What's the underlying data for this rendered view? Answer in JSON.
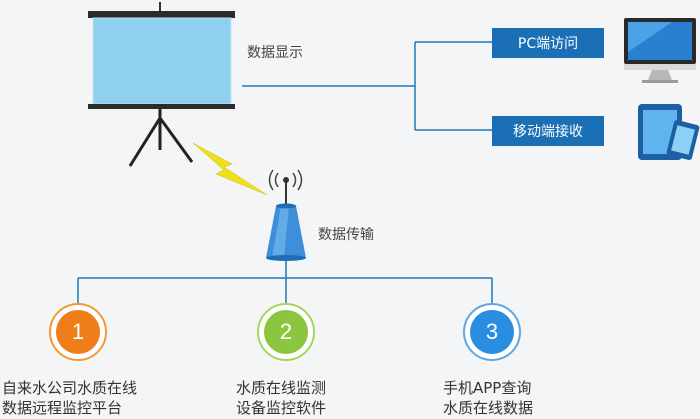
{
  "display_label": "数据显示",
  "transmit_label": "数据传输",
  "outputs": [
    {
      "label": "PC端访问",
      "icon": "desktop-monitor-icon"
    },
    {
      "label": "移动端接收",
      "icon": "tablet-phone-icon"
    }
  ],
  "platforms": [
    {
      "number": "1",
      "line1": "自来水公司水质在线",
      "line2": "数据远程监控平台",
      "color": "#ef7d1a"
    },
    {
      "number": "2",
      "line1": "水质在线监测",
      "line2": "设备监控软件",
      "color": "#8cc63f"
    },
    {
      "number": "3",
      "line1": "手机APP查询",
      "line2": "水质在线数据",
      "color": "#2a8ee0"
    }
  ],
  "colors": {
    "line": "#1f78b4",
    "box": "#1a6fb5",
    "screen": "#8fd0ef",
    "bolt": "#f0e01c"
  }
}
